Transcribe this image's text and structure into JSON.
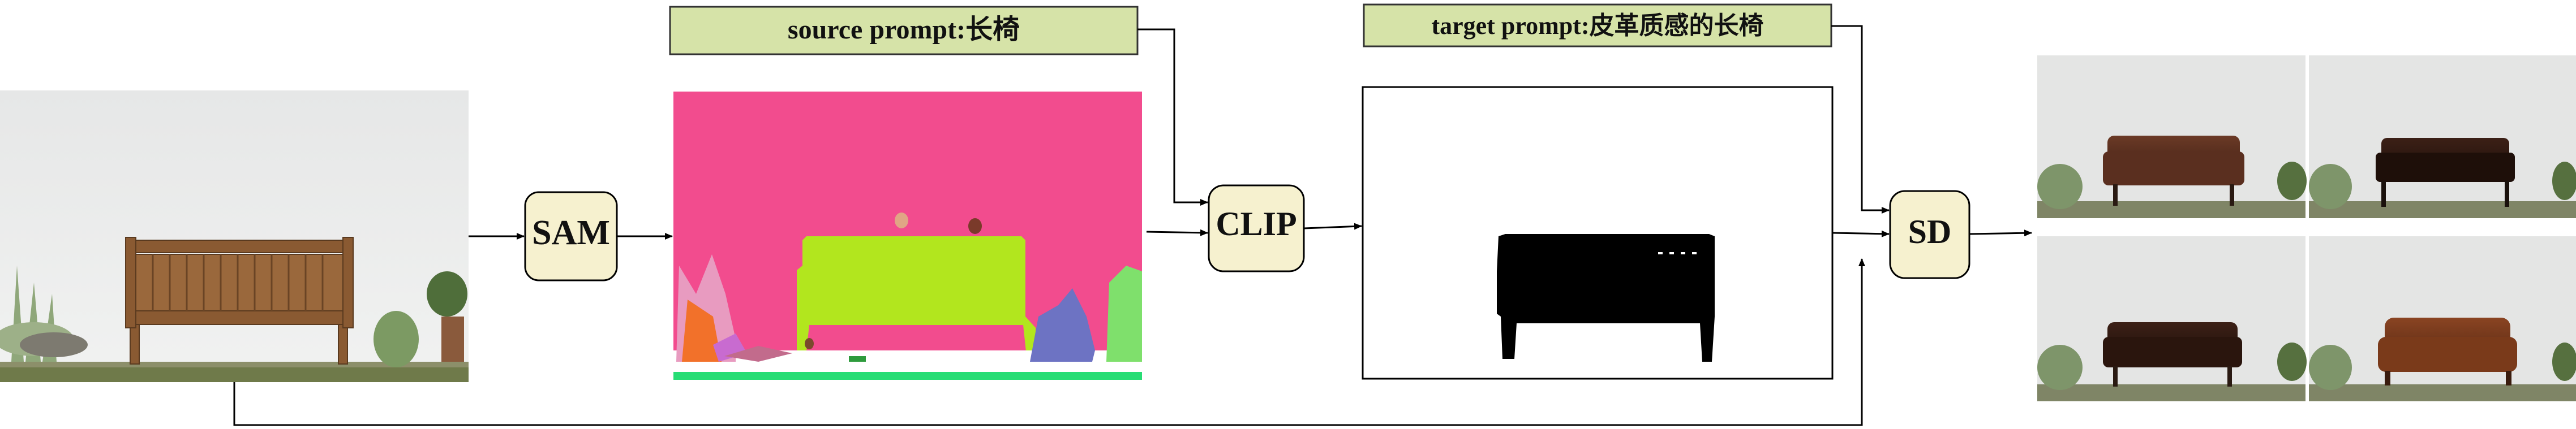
{
  "source_prompt": {
    "text": "source prompt:长椅"
  },
  "target_prompt": {
    "text": "target prompt:皮革质感的长椅"
  },
  "modules": {
    "sam": "SAM",
    "clip": "CLIP",
    "sd": "SD"
  },
  "colors": {
    "prompt_box": "#d6e3a8",
    "module_box": "#f6f1cf",
    "segmentation_background": "#f24c8e",
    "bench_mask": "#b2e61e",
    "line": "#000000"
  },
  "icons": {
    "input_photo": "bench-photo",
    "segmentation_map": "sam-segmentation",
    "mask": "bench-binary-mask",
    "outputs": "leather-sofa-photo"
  }
}
